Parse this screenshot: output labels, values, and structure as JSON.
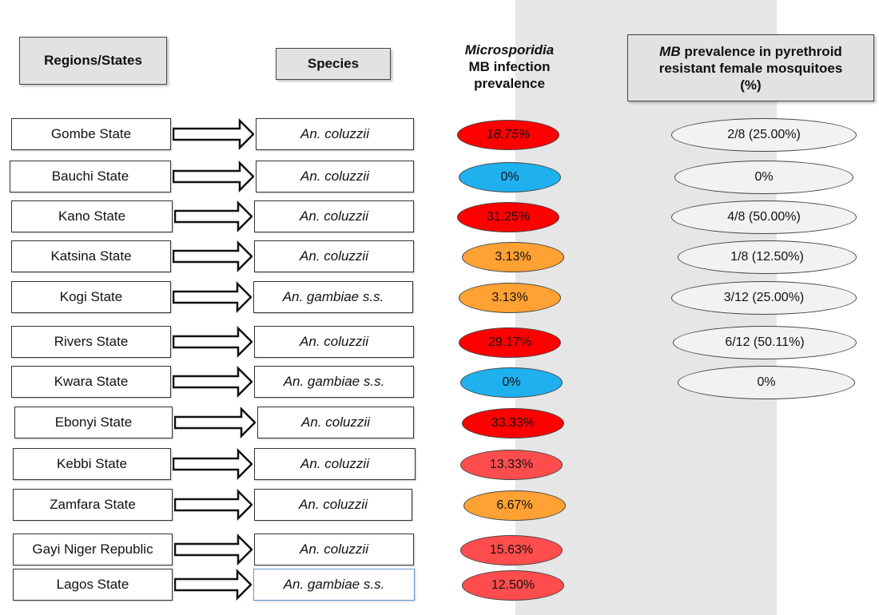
{
  "headers": {
    "regions": "Regions/States",
    "species": "Species",
    "mb_infection_line1": "Microsporidia",
    "mb_infection_line2": "MB infection",
    "mb_infection_line3": "prevalence",
    "pyrethroid_line1_em": "MB",
    "pyrethroid_line1_rest": " prevalence in pyrethroid",
    "pyrethroid_line2": "resistant female mosquitoes",
    "pyrethroid_line3": "(%)"
  },
  "colors": {
    "red": "#ff0000",
    "light_red": "#ff4d4d",
    "blue": "#1fb0ee",
    "orange": "#ffa133",
    "band_gray": "#e6e6e6"
  },
  "rows": [
    {
      "region": "Gombe State",
      "species": "An. coluzzii",
      "mb": "18.75%",
      "mb_color": "red",
      "pyrethroid": "2/8 (25.00%)"
    },
    {
      "region": "Bauchi  State",
      "species": "An. coluzzii",
      "mb": "0%",
      "mb_color": "blue",
      "pyrethroid": "0%"
    },
    {
      "region": "Kano State",
      "species": "An. coluzzii",
      "mb": "31.25%",
      "mb_color": "red",
      "pyrethroid": "4/8 (50.00%)"
    },
    {
      "region": "Katsina State",
      "species": "An. coluzzii",
      "mb": "3.13%",
      "mb_color": "orange",
      "pyrethroid": "1/8 (12.50%)"
    },
    {
      "region": "Kogi State",
      "species": "An. gambiae s.s.",
      "mb": "3.13%",
      "mb_color": "orange",
      "pyrethroid": "3/12 (25.00%)"
    },
    {
      "region": "Rivers State",
      "species": "An. coluzzii",
      "mb": "29.17%",
      "mb_color": "red",
      "pyrethroid": "6/12 (50.11%)"
    },
    {
      "region": "Kwara State",
      "species": "An. gambiae s.s.",
      "mb": "0%",
      "mb_color": "blue",
      "pyrethroid": "0%"
    },
    {
      "region": "Ebonyi State",
      "species": "An. coluzzii",
      "mb": "33.33%",
      "mb_color": "red",
      "pyrethroid": null
    },
    {
      "region": "Kebbi State",
      "species": "An. coluzzii",
      "mb": "13.33%",
      "mb_color": "light_red",
      "pyrethroid": null
    },
    {
      "region": "Zamfara State",
      "species": "An. coluzzii",
      "mb": "6.67%",
      "mb_color": "orange",
      "pyrethroid": null
    },
    {
      "region": "Gayi Niger Republic",
      "species": "An. coluzzii",
      "mb": "15.63%",
      "mb_color": "light_red",
      "pyrethroid": null
    },
    {
      "region": "Lagos State",
      "species": "An. gambiae s.s.",
      "mb": "12.50%",
      "mb_color": "light_red",
      "pyrethroid": null
    }
  ]
}
